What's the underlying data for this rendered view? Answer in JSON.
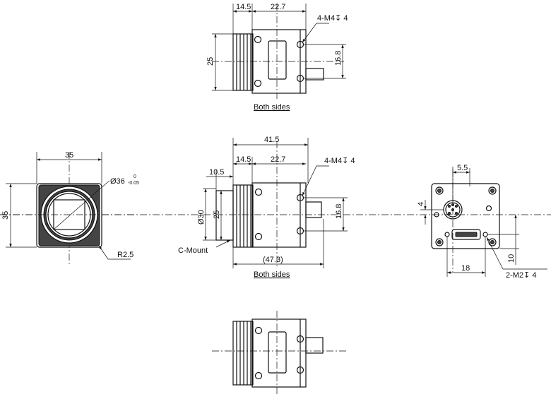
{
  "labels": {
    "top_dim_14_5": "14.5",
    "top_dim_22_7": "22.7",
    "top_thread": "4-M4↧ 4",
    "top_dim_25": "25",
    "top_dim_16_8": "16.8",
    "top_caption": "Both sides",
    "front_dim_35_w": "35",
    "front_dim_35_h": "35",
    "front_diam": "Ø36",
    "front_tol_upper": "0",
    "front_tol_lower": "-0.05",
    "front_radius": "R2.5",
    "side_dim_41_5": "41.5",
    "side_dim_14_5": "14.5",
    "side_dim_22_7": "22.7",
    "side_dim_10_5": "10.5",
    "side_thread": "4-M4↧ 4",
    "side_diam_30": "Ø30",
    "side_dim_25": "25",
    "side_dim_16_8": "16.8",
    "side_cmount": "C-Mount",
    "side_dim_47_3": "(47.3)",
    "side_caption": "Both sides",
    "rear_dim_5_5": "5.5",
    "rear_dim_4": "4",
    "rear_dim_18": "18",
    "rear_dim_10": "10",
    "rear_thread": "2-M2↧ 4"
  }
}
